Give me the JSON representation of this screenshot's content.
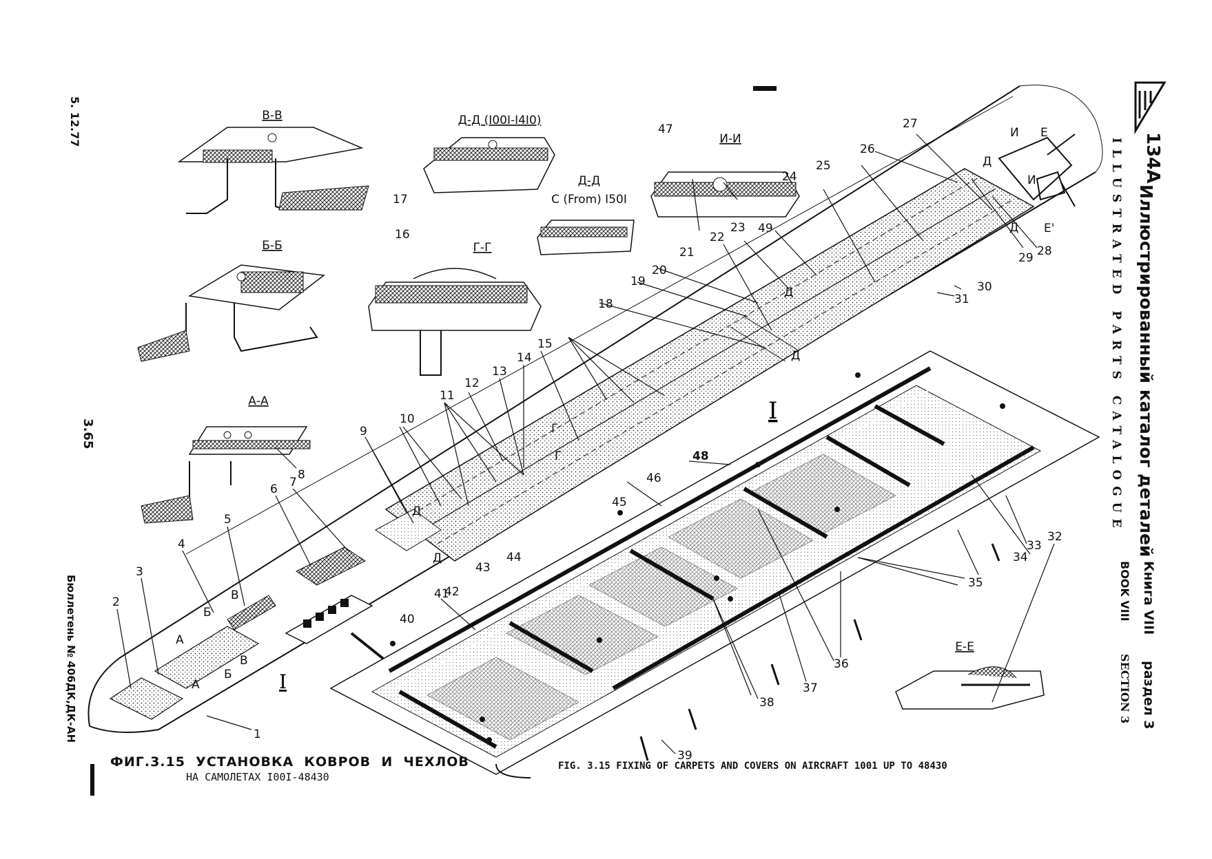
{
  "margin": {
    "date": "5. 12.77",
    "page_no": "3.65",
    "bulletin": "Бюллетень № 406ДК,ДК-АН"
  },
  "header": {
    "logo": "134A",
    "title_ru": "Иллюстрированный каталог деталей",
    "title_en": "ILLUSTRATED PARTS CATALOGUE",
    "book_ru": "Книга VIII",
    "section_ru": "раздел 3",
    "book_en": "BOOK VIII",
    "section_en": "SECTION 3"
  },
  "sections": {
    "vv": "В-В",
    "bb": "Б-Б",
    "aa": "А-А",
    "dd1": "Д-Д (I00I-I4I0)",
    "dd2": "Д-Д",
    "dd2_from": "С (From) I50I",
    "gg": "Г-Г",
    "ii": "И-И",
    "ee": "Е-Е",
    "view_i": "I",
    "view_i_small": "I"
  },
  "callouts": [
    "1",
    "2",
    "3",
    "4",
    "5",
    "6",
    "7",
    "8",
    "9",
    "10",
    "11",
    "12",
    "13",
    "14",
    "15",
    "16",
    "17",
    "18",
    "19",
    "20",
    "21",
    "22",
    "23",
    "24",
    "25",
    "26",
    "27",
    "28",
    "29",
    "30",
    "31",
    "32",
    "33",
    "34",
    "35",
    "36",
    "37",
    "38",
    "39",
    "40",
    "41",
    "42",
    "43",
    "44",
    "45",
    "46",
    "47",
    "48",
    "49"
  ],
  "cut_marks": {
    "a": "А",
    "b": "Б",
    "v": "В",
    "g": "Г",
    "d": "Д",
    "i": "И",
    "e": "Е",
    "e_prime": "Е'"
  },
  "caption": {
    "ru_line1": "ФИГ.3.15  УСТАНОВКА  КОВРОВ  И  ЧЕХЛОВ",
    "ru_line2": "НА САМОЛЕТАХ I00I-48430",
    "en": "FIG. 3.15 FIXING OF CARPETS AND COVERS ON AIRCRAFT 1001 UP TO 48430"
  }
}
